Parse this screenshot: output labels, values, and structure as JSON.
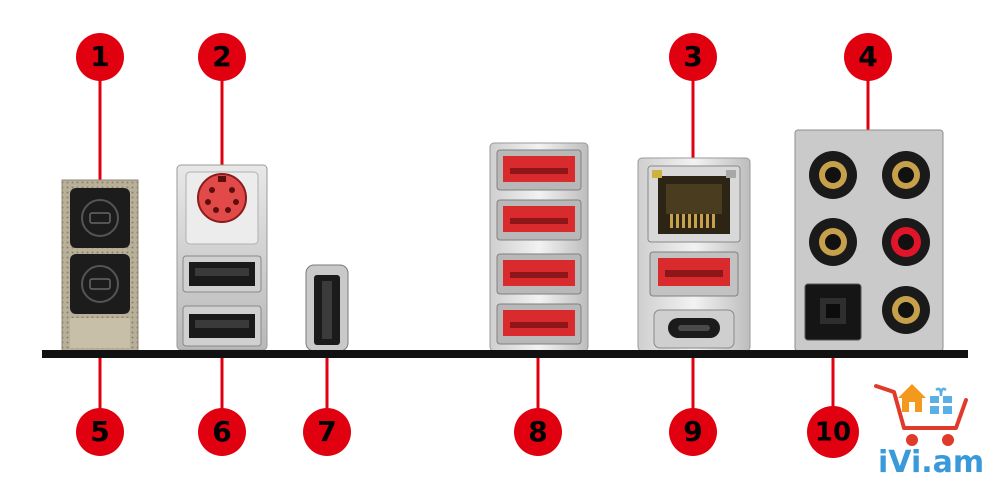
{
  "callouts": {
    "top": [
      "1",
      "2",
      "3",
      "4"
    ],
    "bottom": [
      "5",
      "6",
      "7",
      "8",
      "9",
      "10"
    ]
  },
  "colors": {
    "badge": "#e0000f",
    "usb_red": "#d92a2e",
    "ps2_red": "#e24a4a",
    "bar": "#111111",
    "gold": "#c6a04a",
    "audio_red": "#e2142a"
  },
  "watermark": {
    "text_a": "iVi",
    "text_b": ".am"
  }
}
